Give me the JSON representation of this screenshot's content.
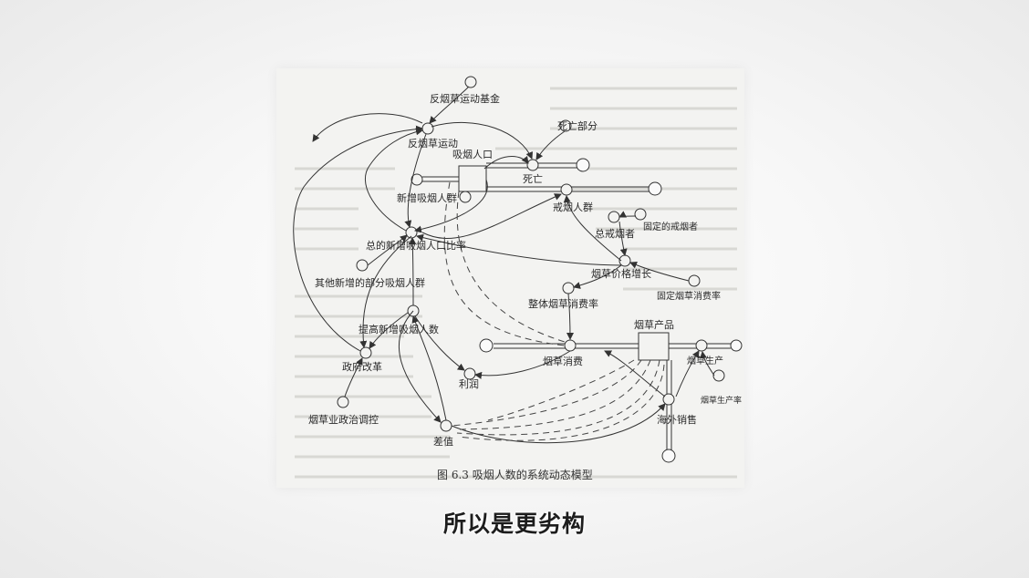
{
  "diagram": {
    "caption": "图 6.3   吸烟人数的系统动态模型",
    "labels": {
      "anti_fund": "反烟草运动基金",
      "anti_campaign": "反烟草运动",
      "smoking_pop": "吸烟人口",
      "death_part": "死亡部分",
      "death": "死亡",
      "new_smokers": "新增吸烟人群",
      "quitters": "戒烟人群",
      "fixed_quitters": "固定的戒烟者",
      "total_quitters": "总戒烟者",
      "total_new_ratio": "总的新增吸烟人口比率",
      "other_new": "其他新增的部分吸烟人群",
      "price_growth": "烟草价格增长",
      "fixed_consumption_rate": "固定烟草消费率",
      "overall_consumption_rate": "整体烟草消费率",
      "increase_new_smokers": "提高新增吸烟人数",
      "tobacco_products": "烟草产品",
      "gov_reform": "政府改革",
      "tobacco_consumption": "烟草消费",
      "tobacco_production": "烟草生产",
      "profit": "利润",
      "production_rate": "烟草生产率",
      "overseas_sales": "海外销售",
      "political_control": "烟草业政治调控",
      "difference": "差值"
    }
  },
  "subtitle": "所以是更劣构"
}
